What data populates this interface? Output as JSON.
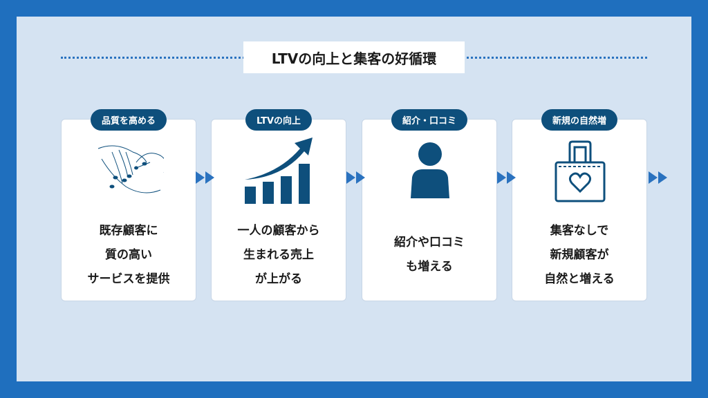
{
  "title": "LTVの向上と集客の好循環",
  "steps": [
    {
      "badge": "品質を高める",
      "lines": [
        "既存顧客に",
        "質の高い",
        "サービスを提供"
      ],
      "icon": "nail-care-hands-icon"
    },
    {
      "badge": "LTVの向上",
      "lines": [
        "一人の顧客から",
        "生まれる売上",
        "が上がる"
      ],
      "icon": "growth-chart-icon"
    },
    {
      "badge": "紹介・口コミ",
      "lines": [
        "紹介や口コミ",
        "も増える"
      ],
      "icon": "person-icon"
    },
    {
      "badge": "新規の自然増",
      "lines": [
        "集客なしで",
        "新規顧客が",
        "自然と増える"
      ],
      "icon": "shopping-bag-heart-icon"
    }
  ],
  "colors": {
    "frame": "#1f6fbe",
    "background": "#d5e3f2",
    "navy": "#0e4f7c",
    "arrow": "#2a72bf"
  }
}
